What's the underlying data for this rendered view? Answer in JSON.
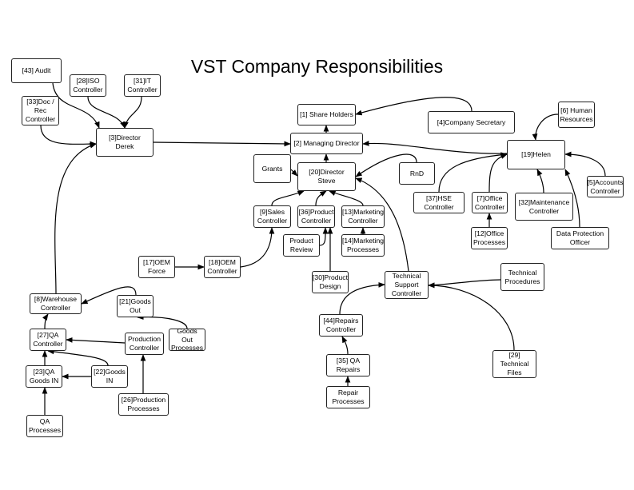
{
  "title": "VST Company Responsibilities",
  "nodes": [
    {
      "id": "audit",
      "label": "[43] Audit"
    },
    {
      "id": "iso",
      "label": "[28]ISO\nController"
    },
    {
      "id": "it",
      "label": "[31]IT\nController"
    },
    {
      "id": "docrec",
      "label": "[33]Doc /\nRec\nController"
    },
    {
      "id": "derek",
      "label": "[3]Director\nDerek"
    },
    {
      "id": "shareholders",
      "label": "[1] Share Holders"
    },
    {
      "id": "companysec",
      "label": "[4]Company Secretary"
    },
    {
      "id": "md",
      "label": "[2] Managing Director"
    },
    {
      "id": "hr",
      "label": "[6] Human\nResources"
    },
    {
      "id": "helen",
      "label": "[19]Helen"
    },
    {
      "id": "grants",
      "label": "Grants"
    },
    {
      "id": "steve",
      "label": "[20]Director\nSteve"
    },
    {
      "id": "rnd",
      "label": "RnD"
    },
    {
      "id": "accounts",
      "label": "[5]Accounts\nController"
    },
    {
      "id": "hse",
      "label": "[37]HSE\nController"
    },
    {
      "id": "office",
      "label": "[7]Office\nController"
    },
    {
      "id": "maint",
      "label": "[32]Maintenance\nController"
    },
    {
      "id": "sales",
      "label": "[9]Sales\nController"
    },
    {
      "id": "product",
      "label": "[36]Product\nController"
    },
    {
      "id": "marketing",
      "label": "[13]Marketing\nController"
    },
    {
      "id": "officeproc",
      "label": "[12]Office\nProcesses"
    },
    {
      "id": "dpo",
      "label": "Data Protection\nOfficer"
    },
    {
      "id": "review",
      "label": "Product\nReview"
    },
    {
      "id": "mktproc",
      "label": "[14]Marketing\nProcesses"
    },
    {
      "id": "oemforce",
      "label": "[17]OEM\nForce"
    },
    {
      "id": "oemctrl",
      "label": "[18]OEM\nController"
    },
    {
      "id": "design",
      "label": "[30]Product\nDesign"
    },
    {
      "id": "tech",
      "label": "Technical\nSupport\nController"
    },
    {
      "id": "techproc",
      "label": "Technical\nProcedures"
    },
    {
      "id": "warehouse",
      "label": "[8]Warehouse\nController"
    },
    {
      "id": "goodsout",
      "label": "[21]Goods\nOut"
    },
    {
      "id": "repairs",
      "label": "[44]Repairs\nController"
    },
    {
      "id": "qa",
      "label": "[27]QA\nController"
    },
    {
      "id": "production",
      "label": "Production\nController"
    },
    {
      "id": "goodsoutproc",
      "label": "Goods Out\nProcesses"
    },
    {
      "id": "qarepairs",
      "label": "[35] QA\nRepairs"
    },
    {
      "id": "techfiles",
      "label": "[29] Technical\nFiles"
    },
    {
      "id": "qagoodsin",
      "label": "[23]QA\nGoods  IN"
    },
    {
      "id": "goodsin",
      "label": "[22]Goods\nIN"
    },
    {
      "id": "repairproc",
      "label": "Repair\nProcesses"
    },
    {
      "id": "prodproc",
      "label": "[26]Production\nProcesses"
    },
    {
      "id": "qaproc",
      "label": "QA\nProcesses"
    }
  ],
  "edges": [
    [
      "audit",
      "derek"
    ],
    [
      "iso",
      "derek"
    ],
    [
      "it",
      "derek"
    ],
    [
      "docrec",
      "derek"
    ],
    [
      "warehouse",
      "derek"
    ],
    [
      "derek",
      "md"
    ],
    [
      "md",
      "shareholders"
    ],
    [
      "companysec",
      "shareholders"
    ],
    [
      "helen",
      "md"
    ],
    [
      "steve",
      "md"
    ],
    [
      "grants",
      "steve"
    ],
    [
      "rnd",
      "steve"
    ],
    [
      "tech",
      "steve"
    ],
    [
      "sales",
      "steve"
    ],
    [
      "product",
      "steve"
    ],
    [
      "marketing",
      "steve"
    ],
    [
      "hr",
      "helen"
    ],
    [
      "accounts",
      "helen"
    ],
    [
      "hse",
      "helen"
    ],
    [
      "office",
      "helen"
    ],
    [
      "maint",
      "helen"
    ],
    [
      "dpo",
      "helen"
    ],
    [
      "officeproc",
      "office"
    ],
    [
      "review",
      "product"
    ],
    [
      "design",
      "product"
    ],
    [
      "mktproc",
      "marketing"
    ],
    [
      "oemforce",
      "oemctrl"
    ],
    [
      "oemctrl",
      "sales"
    ],
    [
      "repairs",
      "tech"
    ],
    [
      "techproc",
      "tech"
    ],
    [
      "techfiles",
      "tech"
    ],
    [
      "qarepairs",
      "repairs"
    ],
    [
      "repairproc",
      "qarepairs"
    ],
    [
      "goodsout",
      "warehouse"
    ],
    [
      "goodsoutproc",
      "goodsout"
    ],
    [
      "qa",
      "warehouse"
    ],
    [
      "production",
      "qa"
    ],
    [
      "goodsin",
      "qa"
    ],
    [
      "qagoodsin",
      "qa"
    ],
    [
      "goodsin",
      "qagoodsin"
    ],
    [
      "prodproc",
      "production"
    ],
    [
      "qaproc",
      "qagoodsin"
    ]
  ]
}
